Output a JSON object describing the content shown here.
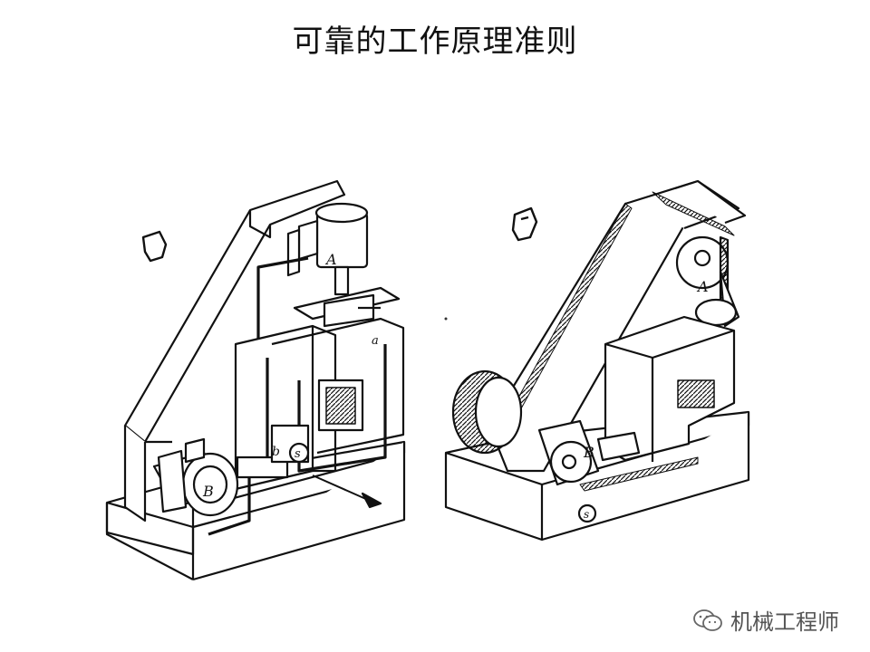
{
  "title": "可靠的工作原理准则",
  "left_figure": {
    "labels": {
      "motor_top": "A",
      "motor_bottom": "B",
      "sensor_b": "b",
      "sensor_a": "a",
      "switch": "s"
    }
  },
  "right_figure": {
    "labels": {
      "cam_top": "A",
      "cam_bottom": "B",
      "switch": "s"
    }
  },
  "watermark": {
    "text": "机械工程师",
    "icon": "wechat-icon"
  }
}
